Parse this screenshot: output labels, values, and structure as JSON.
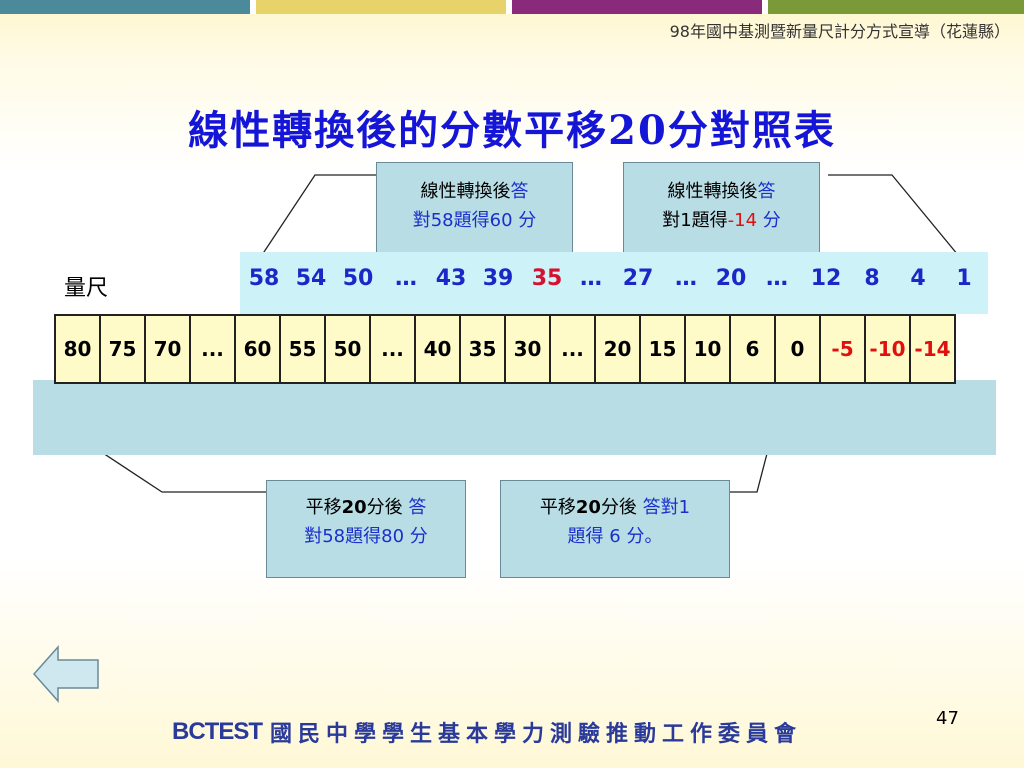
{
  "colors": {
    "topbar": [
      "#4a8a9a",
      "#e8d26a",
      "#8a2a7a",
      "#7a9a3a",
      "#e8d26a",
      "#4a8a9a"
    ]
  },
  "header": {
    "text": "98年國中基測暨新量尺計分方式宣導（花蓮縣）"
  },
  "title": "線性轉換後的分數平移20分對照表",
  "callouts": {
    "top_left": {
      "line1": "線性轉換後",
      "line1_blue": "答",
      "line2_a": "對58題得",
      "line2_b": "60",
      "line2_c": " 分"
    },
    "top_right": {
      "line1": "線性轉換後",
      "line1_blue": "答",
      "line2_a": "對1題得",
      "line2_b": "-14",
      "line2_c": " 分"
    },
    "bottom_left": {
      "line1_a": "平移",
      "line1_b": "20",
      "line1_c": "分後",
      "line1_blue": " 答",
      "line2_a": "對58題得",
      "line2_b": "80",
      "line2_c": " 分"
    },
    "bottom_right": {
      "line1_a": "平移",
      "line1_b": "20",
      "line1_c": "分後",
      "line1_blue": " 答對1",
      "line2": "題得 6 分。"
    }
  },
  "scale": {
    "label": "量尺",
    "values": [
      "58",
      "54",
      "50",
      "…",
      "43",
      "39",
      "35",
      "…",
      "27",
      "…",
      "20",
      "…",
      "12",
      "8",
      "4",
      "1"
    ],
    "highlight_index": 6
  },
  "scores": [
    "80",
    "75",
    "70",
    "...",
    "60",
    "55",
    "50",
    "...",
    "40",
    "35",
    "30",
    "...",
    "20",
    "15",
    "10",
    "6",
    "0",
    "-5",
    "-10",
    "-14"
  ],
  "page_number": "47",
  "footer": {
    "logo": "BCTEST",
    "org": "國民中學學生基本學力測驗推動工作委員會"
  }
}
